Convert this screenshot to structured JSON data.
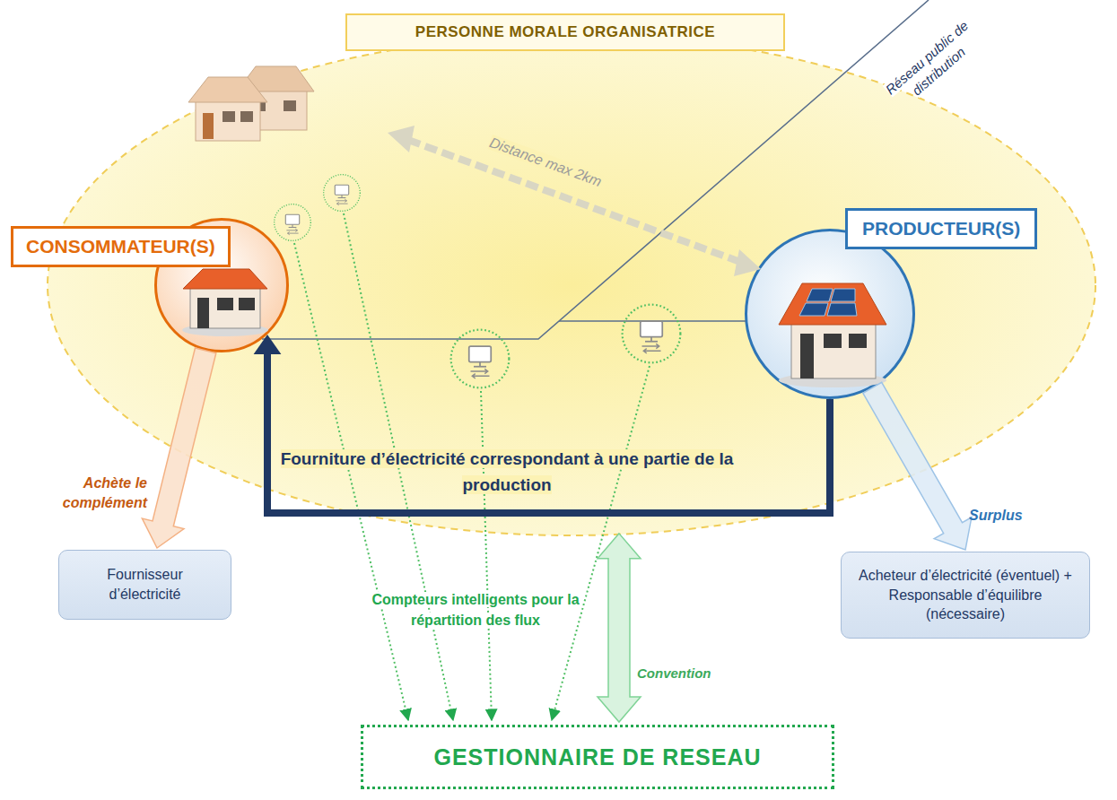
{
  "diagram": {
    "nodes": [
      {
        "text": [
          "PERSONNE MORALE ORGANISATRICE"
        ]
      },
      {
        "text": [
          "CONSOMMATEUR(S)"
        ],
        "in": 0
      },
      {
        "text": [
          "PRODUCTEUR(S)"
        ],
        "in": 0
      },
      {
        "text": [
          "Fournisseur d’électricité"
        ]
      },
      {
        "text": [
          "Acheteur d’électricité (éventuel) + Responsable d’équilibre (nécessaire)"
        ]
      },
      {
        "text": [
          "GESTIONNAIRE DE RESEAU"
        ]
      }
    ],
    "edges": [
      {
        "from": 2,
        "to": 1,
        "label": "Fourniture d’électricité correspondant à une partie de la production",
        "arrow": "to"
      },
      {
        "from": 1,
        "to": 3,
        "label": "Achète le complément",
        "arrow": "to"
      },
      {
        "from": 2,
        "to": 4,
        "label": "Surplus",
        "arrow": "to"
      },
      {
        "from": 0,
        "to": 5,
        "label": "Convention",
        "arrow": "both"
      }
    ],
    "labels": [
      "Réseau public de distribution",
      "Distance max 2km",
      "Compteurs intelligents pour la répartition des flux"
    ]
  }
}
